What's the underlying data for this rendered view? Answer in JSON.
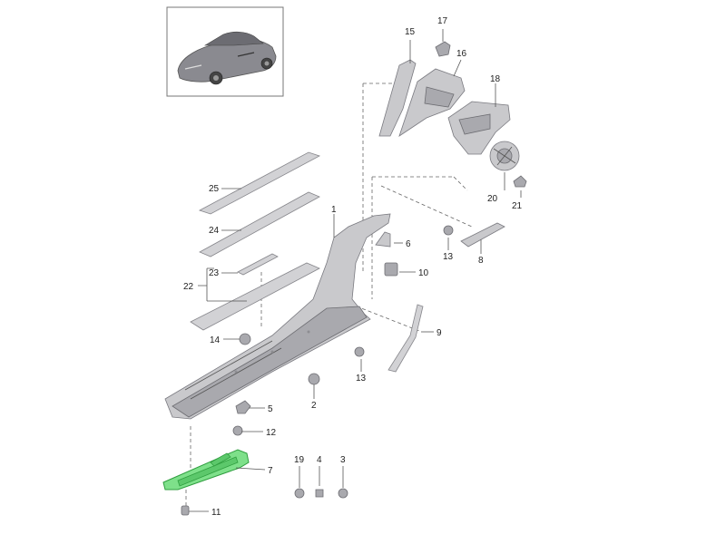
{
  "diagram": {
    "part_labels": {
      "p1": "1",
      "p2": "2",
      "p3": "3",
      "p4": "4",
      "p5": "5",
      "p6": "6",
      "p7": "7",
      "p8": "8",
      "p9": "9",
      "p10": "10",
      "p11": "11",
      "p12": "12",
      "p13a": "13",
      "p13b": "13",
      "p14": "14",
      "p15": "15",
      "p16": "16",
      "p17": "17",
      "p18": "18",
      "p19": "19",
      "p20": "20",
      "p21": "21",
      "p22": "22",
      "p23": "23",
      "p24": "24",
      "p25": "25"
    },
    "highlighted_part": "7",
    "colors": {
      "highlight": "#7ee08a",
      "part_grey": "#c9c9cc",
      "outline": "#7a7a80"
    }
  }
}
